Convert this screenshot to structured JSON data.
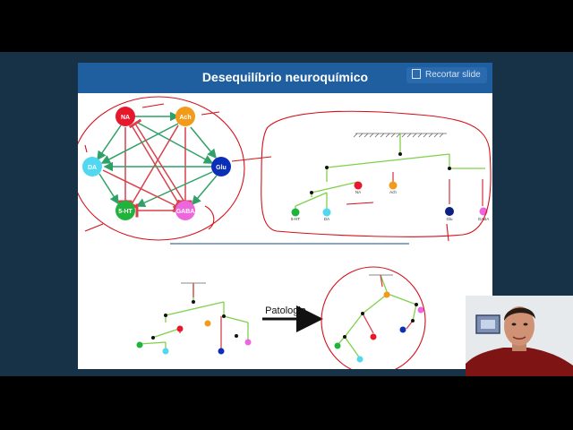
{
  "slide": {
    "title": "Desequilíbrio neuroquímico",
    "crop_button_label": "Recortar slide",
    "network": {
      "nodes": [
        "NA",
        "Ach",
        "DA",
        "Glu",
        "5-HT",
        "GABA"
      ],
      "colors": {
        "NA": "#e8182c",
        "Ach": "#f29a1a",
        "DA": "#4fd8ef",
        "Glu": "#0b2fb8",
        "5-HT": "#21b43c",
        "GABA": "#ee66dd"
      }
    },
    "tree_labels": [
      "NA",
      "Ach",
      "5-HT",
      "DA",
      "Glu",
      "GABA"
    ],
    "arrow_label": "Patologia"
  },
  "colors": {
    "header_blue": "#1f5fa0",
    "annotation_red": "#d5101a",
    "activation_green": "#2fa068",
    "inhibition_red": "#d9404a",
    "tree_green": "#7fd14a"
  }
}
